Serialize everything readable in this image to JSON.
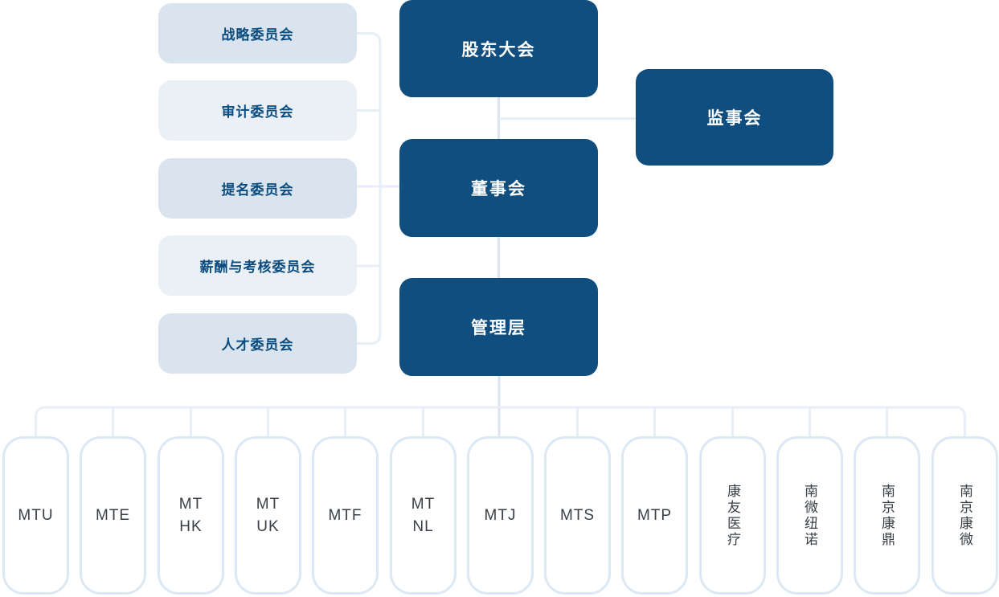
{
  "governance": {
    "shareholders": "股东大会",
    "supervisory": "监事会",
    "board": "董事会",
    "management": "管理层"
  },
  "committees": [
    {
      "label": "战略委员会"
    },
    {
      "label": "审计委员会"
    },
    {
      "label": "提名委员会"
    },
    {
      "label": "薪酬与考核委员会"
    },
    {
      "label": "人才委员会"
    }
  ],
  "subsidiaries": [
    {
      "label": "MTU"
    },
    {
      "label": "MTE"
    },
    {
      "label": "MT\nHK"
    },
    {
      "label": "MT\nUK"
    },
    {
      "label": "MTF"
    },
    {
      "label": "MT\nNL"
    },
    {
      "label": "MTJ"
    },
    {
      "label": "MTS"
    },
    {
      "label": "MTP"
    },
    {
      "label": "康友医疗"
    },
    {
      "label": "南微纽诺"
    },
    {
      "label": "南京康鼎"
    },
    {
      "label": "南京康微"
    }
  ],
  "colors": {
    "primary": "#0F4E7E",
    "committee-a": "#DAE4EE",
    "committee-b": "#EAF0F6",
    "committee-text": "#0B4C7F",
    "line": "#E8EEF7",
    "line-strong": "#DCE4F1",
    "sub-border": "#DCE8F3",
    "sub-text": "#3A3F45"
  }
}
